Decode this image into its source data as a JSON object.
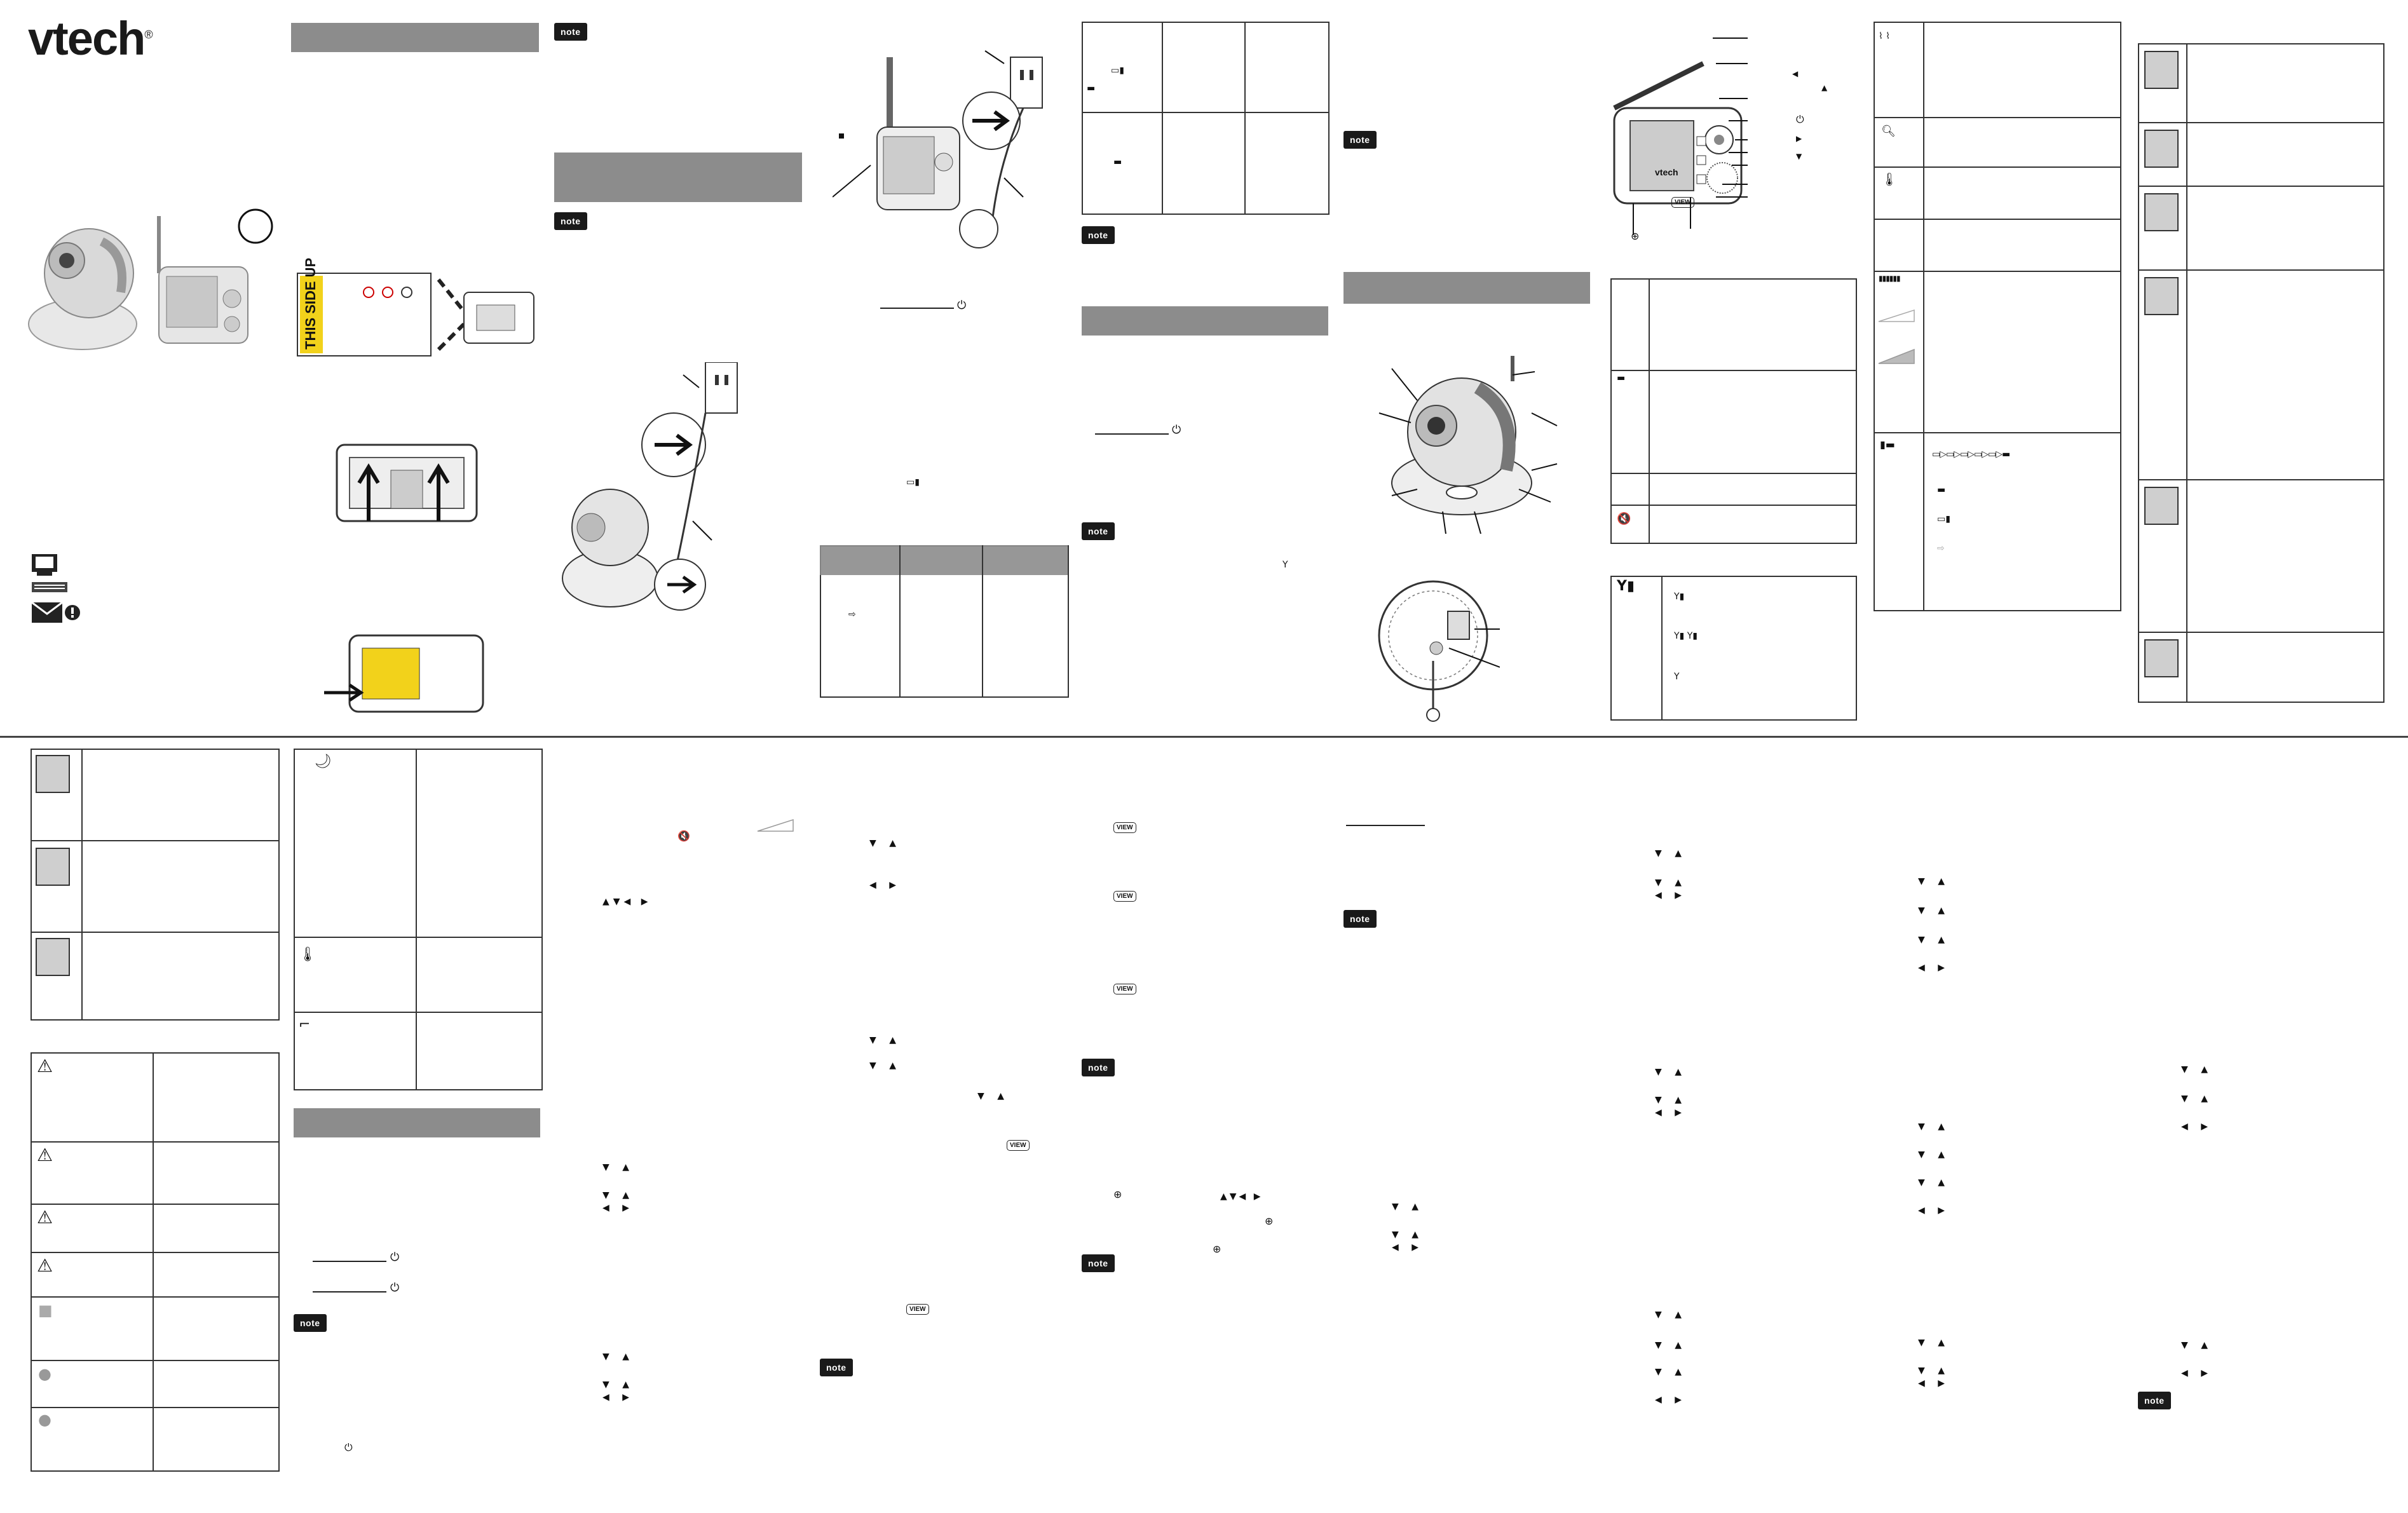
{
  "brand": {
    "logo": "vtech",
    "registered": "®"
  },
  "note_label": "note",
  "view_key": "VIEW",
  "symbols": {
    "power": "⏻",
    "down": "▼",
    "up": "▲",
    "left": "◀",
    "right": "▶",
    "zoom": "⊕",
    "mute": "🔇",
    "antenna": "Y"
  },
  "monitor_brand": "vtech",
  "warning_label": {
    "line1": "THIS SIDE UP"
  },
  "colors": {
    "section_bar": "#8c8c8c",
    "note_bg": "#1a1a1a",
    "rule": "#333333"
  }
}
